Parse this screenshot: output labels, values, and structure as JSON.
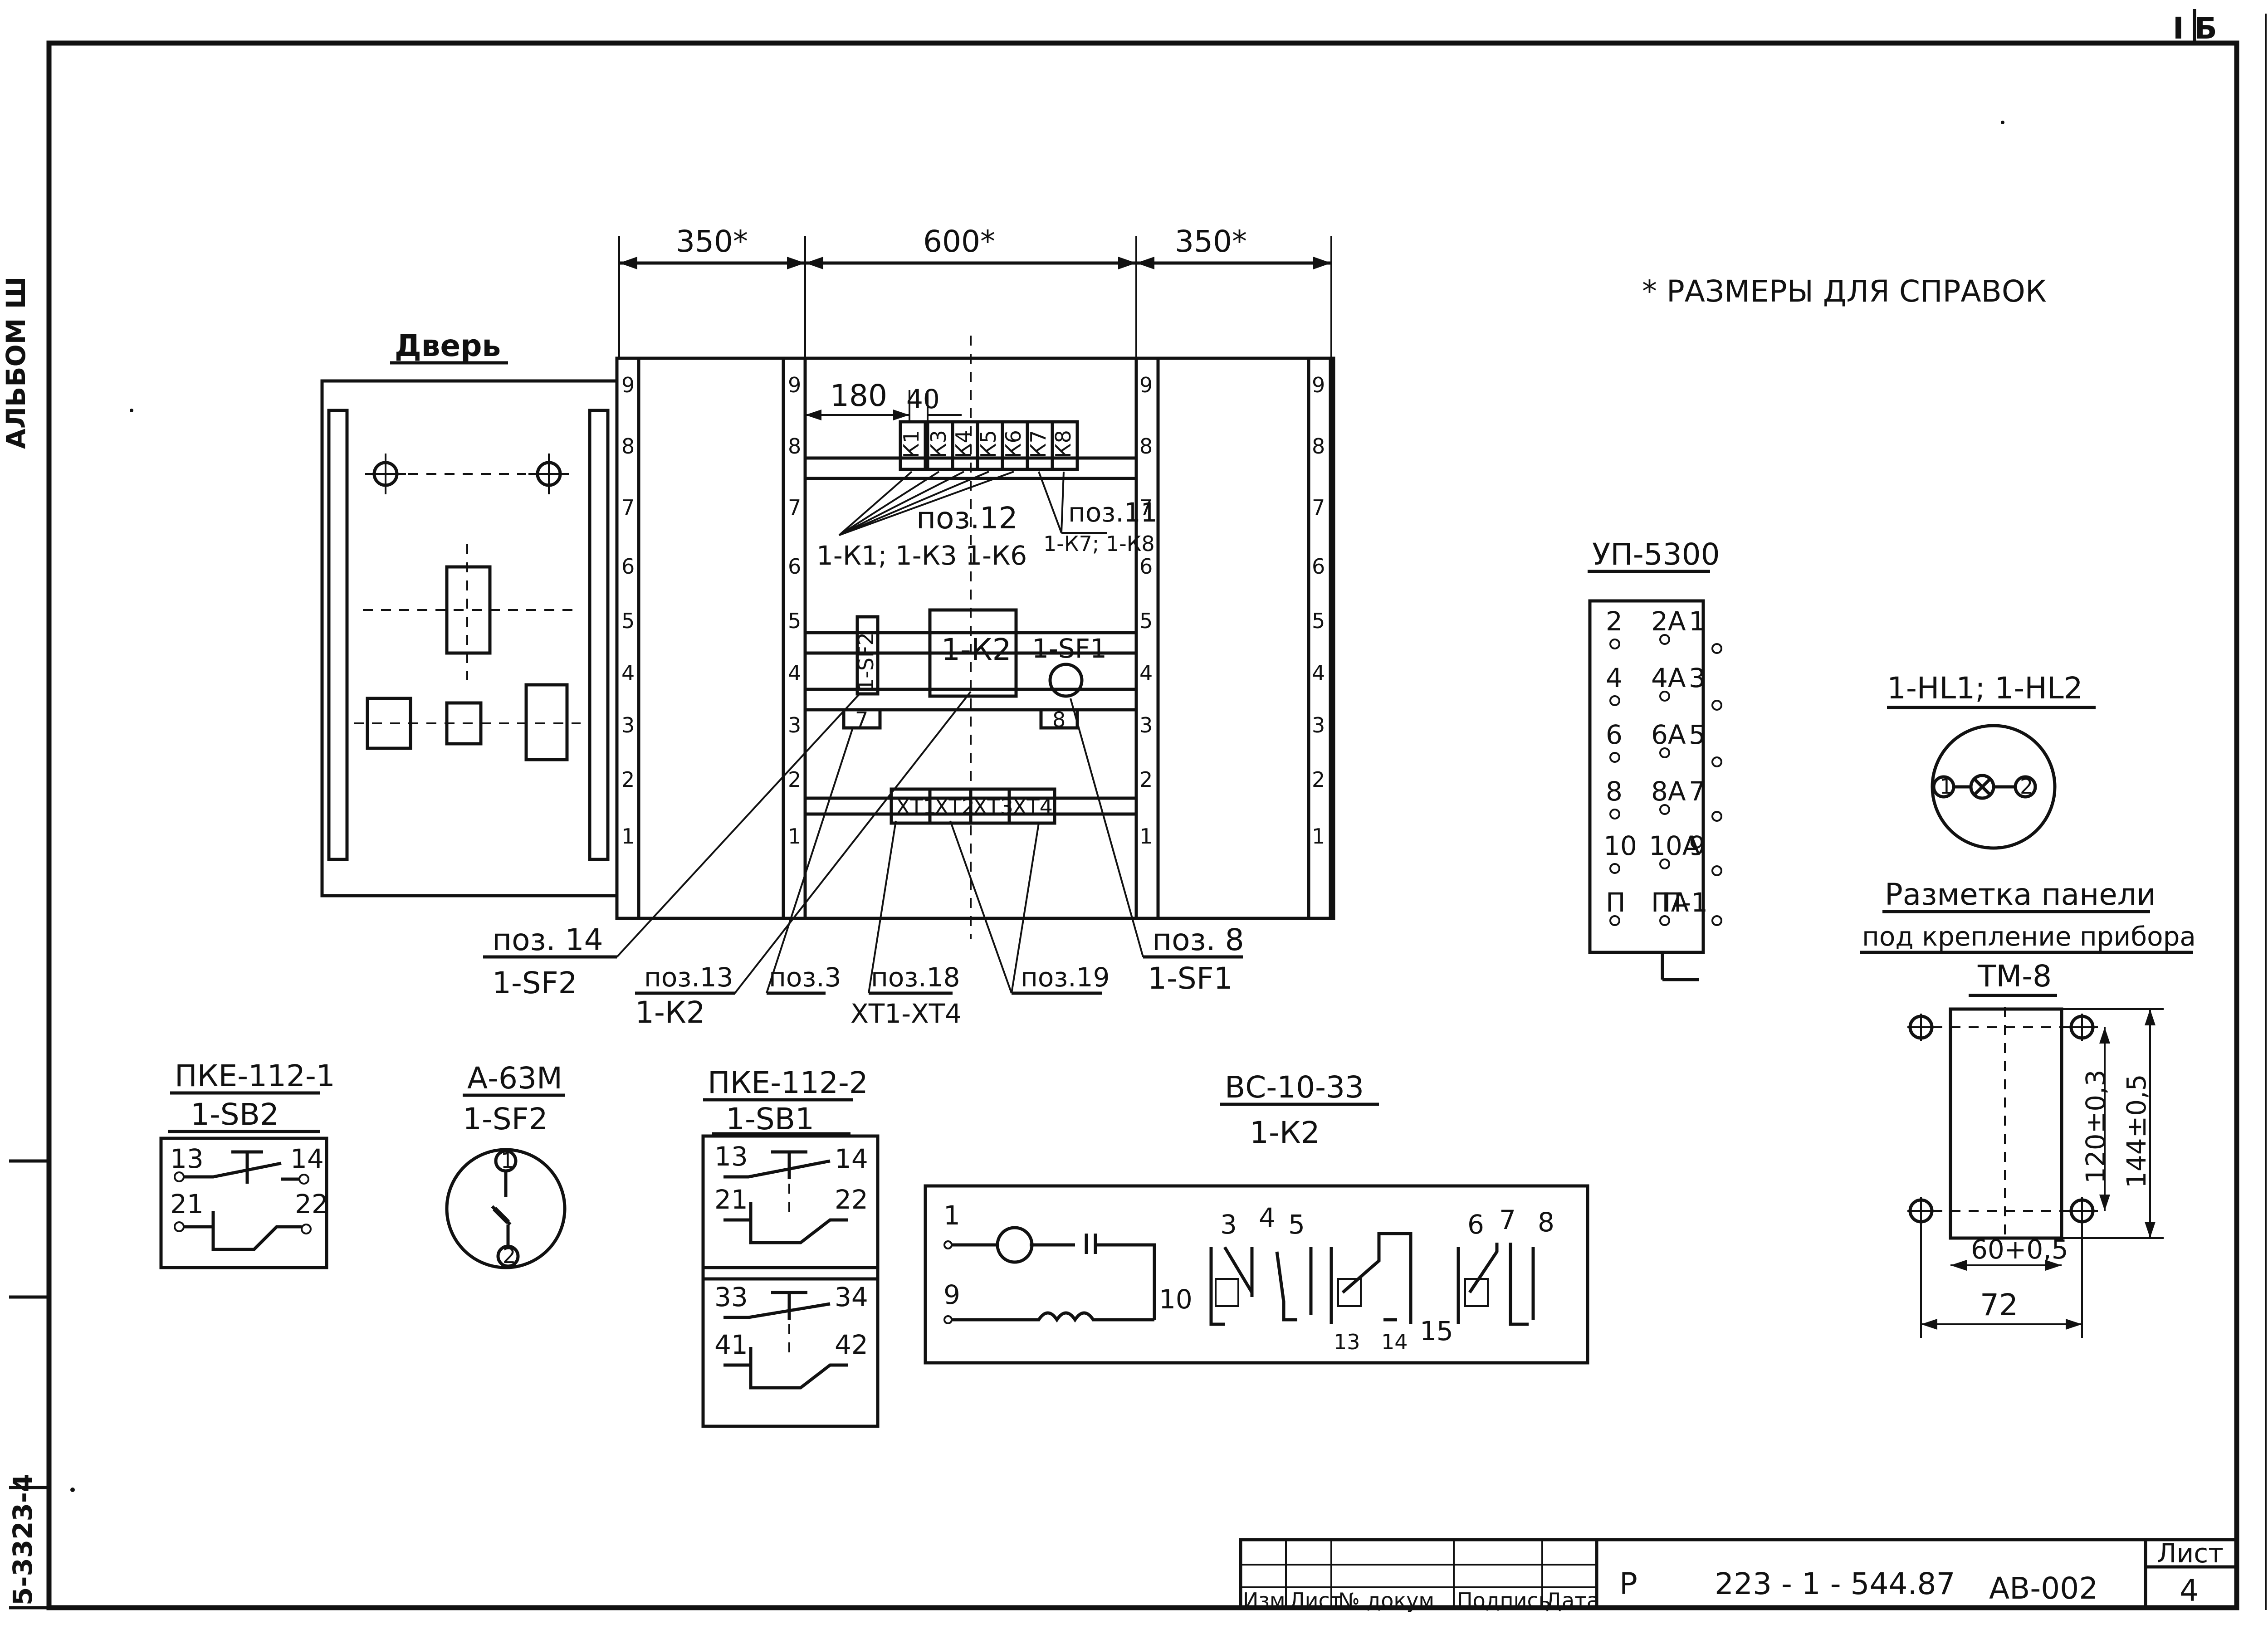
{
  "sheet": {
    "top_corner": "I  Б",
    "side_album": "АЛЬБОМ Ш",
    "side_code": "5-3323-4",
    "note": "* РАЗМЕРЫ  ДЛЯ  СПРАВОК",
    "title_block": {
      "letter": "Р",
      "doc_number": "223 - 1 - 544.87",
      "code": "АВ-002",
      "sheet_label": "Лист",
      "sheet_number": "4",
      "columns": [
        "Изм",
        "Лист",
        "№ докум",
        "Подпись",
        "Дата"
      ]
    }
  },
  "cabinet": {
    "door_label": "Дверь",
    "dims": [
      "350*",
      "600*",
      "350*"
    ],
    "dim_180": "180",
    "dim_40": "40",
    "rail_marks": [
      "9",
      "8",
      "7",
      "6",
      "5",
      "4",
      "3",
      "2",
      "1"
    ],
    "relay_labels": [
      "К1",
      "К3",
      "К4",
      "К5",
      "К6",
      "К7",
      "К8"
    ],
    "k2": "1-К2",
    "sf1": "1-SF1",
    "sf2": "1-SF2",
    "box7": "7",
    "box8": "8",
    "terminals": [
      "ХТ1",
      "ХТ2",
      "ХТ3",
      "ХТ4"
    ],
    "callouts": {
      "poz12": "поз.12",
      "poz12_sub": "1-К1; 1-К3  1-К6",
      "poz11": "поз.11",
      "poz11_sub": "1-К7; 1-К8",
      "poz14": "поз. 14",
      "poz14_sub": "1-SF2",
      "poz13": "поз.13",
      "poz13_sub": "1-К2",
      "poz3": "поз.3",
      "poz18": "поз.18",
      "poz18_sub": "ХТ1-ХТ4",
      "poz19": "поз.19",
      "poz8": "поз. 8",
      "poz8_sub": "1-SF1"
    }
  },
  "up5300": {
    "title": "УП-5300",
    "rows": [
      [
        "2",
        "2А",
        "1"
      ],
      [
        "4",
        "4А",
        "3"
      ],
      [
        "6",
        "6А",
        "5"
      ],
      [
        "8",
        "8А",
        "7"
      ],
      [
        "10",
        "10А",
        "9"
      ],
      [
        "П",
        "ПА",
        "П-1"
      ]
    ]
  },
  "lamp": {
    "title": "1-НL1; 1-НL2",
    "left": "1",
    "right": "2"
  },
  "panel_marking": {
    "title1": "Разметка панели",
    "title2": "под крепление прибора",
    "device": "ТМ-8",
    "dim_120": "120±0,3",
    "dim_144": "144±0,5",
    "dim_60": "60+0,5",
    "dim_72": "72"
  },
  "pke1": {
    "title": "ПКЕ-112-1",
    "sub": "1-SB2",
    "pins": [
      "13",
      "14",
      "21",
      "22"
    ]
  },
  "a63": {
    "title": "А-63М",
    "sub": "1-SF2",
    "pins": [
      "1",
      "2"
    ]
  },
  "pke2": {
    "title": "ПКЕ-112-2",
    "sub": "1-SB1",
    "pins_top": [
      "13",
      "14",
      "21",
      "22"
    ],
    "pins_bot": [
      "33",
      "34",
      "41",
      "42"
    ]
  },
  "vs": {
    "title": "ВС-10-33",
    "sub": "1-К2",
    "pins": [
      "1",
      "9",
      "10",
      "3",
      "4",
      "5",
      "13",
      "14",
      "15",
      "6",
      "7",
      "8"
    ]
  }
}
